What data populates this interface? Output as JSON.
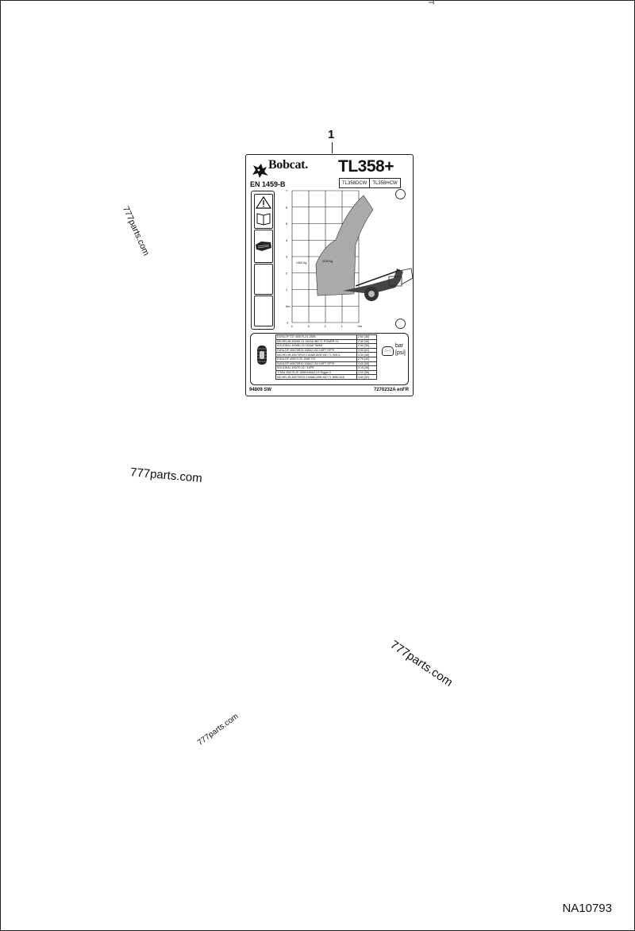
{
  "top_mark": "T",
  "callout": "1",
  "decal": {
    "brand": "Bobcat.",
    "model": "TL358+",
    "standard": "EN 1459-B",
    "variants": [
      "TL358DCW",
      "TL358HCW"
    ],
    "chart_labels": {
      "load_left": "1400 Kg",
      "load_right": "1100 Kg",
      "origin_y": "0m",
      "origin_x": "0m",
      "y_ticks": [
        "7",
        "6",
        "5",
        "4",
        "3",
        "2",
        "1",
        "0m",
        "-1"
      ],
      "x_ticks": [
        "4",
        "3",
        "2",
        "1",
        "0m"
      ]
    },
    "tires": [
      {
        "name": "DUNLOP T37 405/70-24 150B",
        "pressure": "2.60 [38]"
      },
      {
        "name": "MICHELIN 400/80-24 162A8 IND TL POWER CL",
        "pressure": "2.50 [36]"
      },
      {
        "name": "SOLIDEAL 400/80-24 153A8 TM4M",
        "pressure": "2.50 [36]"
      },
      {
        "name": "DUNLOP 400/70R24 168A2 152J MPT SPT9",
        "pressure": "3.50 [51]"
      },
      {
        "name": "MICHELIN 400/70R24 152A8/152B IND TL XMCL",
        "pressure": "3.30 [48]"
      },
      {
        "name": "DUNLOP 405/70-20 150B T37",
        "pressure": "2.75 [40]"
      },
      {
        "name": "DUNLOP 405/70R20 166A2 152J MPT SPT9",
        "pressure": "4.00 [58]"
      },
      {
        "name": "SOLIDEAL 405/70-20 / 14PR",
        "pressure": "3.15 [46]"
      },
      {
        "name": "TITAN 405/70-20 155B/166A2 LR Rigger II",
        "pressure": "4.00 [58]"
      },
      {
        "name": "MICHELIN 400/70R20 149A8/149B IND TL BIBLOAD",
        "pressure": "3.60 [52]"
      }
    ],
    "pressure_unit_bar": "bar",
    "pressure_unit_psi": "[psi]",
    "footer_left": "94809 SW",
    "footer_right": "7270232A enFR"
  },
  "watermarks": [
    "777parts.com",
    "777parts.com",
    "777parts.com",
    "777parts.com"
  ],
  "figure_code": "NA10793"
}
